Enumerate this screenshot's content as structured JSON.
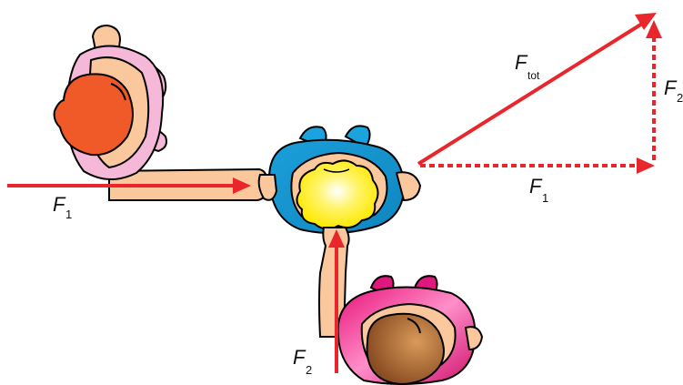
{
  "labels": {
    "f1_main": {
      "letter": "F",
      "subscript": "1"
    },
    "f2_main": {
      "letter": "F",
      "subscript": "2"
    },
    "f_tot": {
      "letter": "F",
      "subscript": "tot"
    },
    "f1_vec": {
      "letter": "F",
      "subscript": "1"
    },
    "f2_vec": {
      "letter": "F",
      "subscript": "2"
    }
  },
  "colors": {
    "arrow": "#e8262b",
    "person_top_shirt": "#f6b8d8",
    "person_top_hair": "#f05a28",
    "person_center_shirt": "#1aa3dc",
    "person_center_hair": "#fff200",
    "person_bottom_shirt": "#e0187e",
    "person_bottom_hair": "#a0602e",
    "skin": "#fbc79c"
  }
}
